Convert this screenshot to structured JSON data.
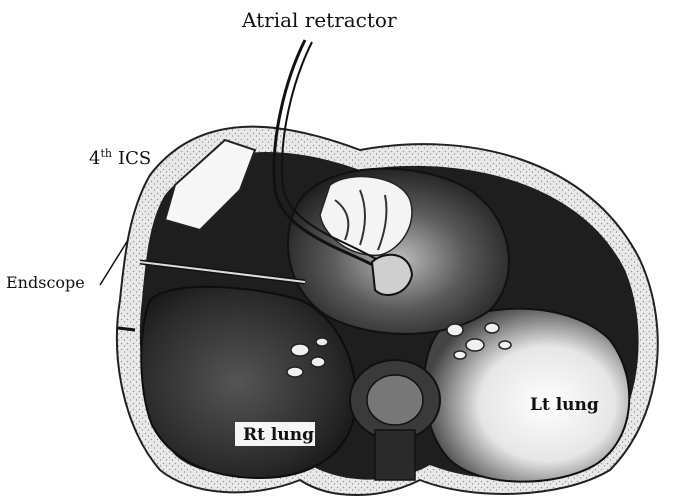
{
  "figure": {
    "labels": {
      "atrial_retractor": "Atrial retractor",
      "ics_prefix": "4",
      "ics_superscript": "th",
      "ics_suffix": "ICS",
      "endoscope": "Endscope",
      "rt_lung": "Rt lung",
      "lt_lung": "Lt lung"
    },
    "colors": {
      "ink": "#111111",
      "cavity": "#1e1e1e",
      "lung_light": "#f2f2f2",
      "tissue": "#5a5a5a"
    }
  }
}
